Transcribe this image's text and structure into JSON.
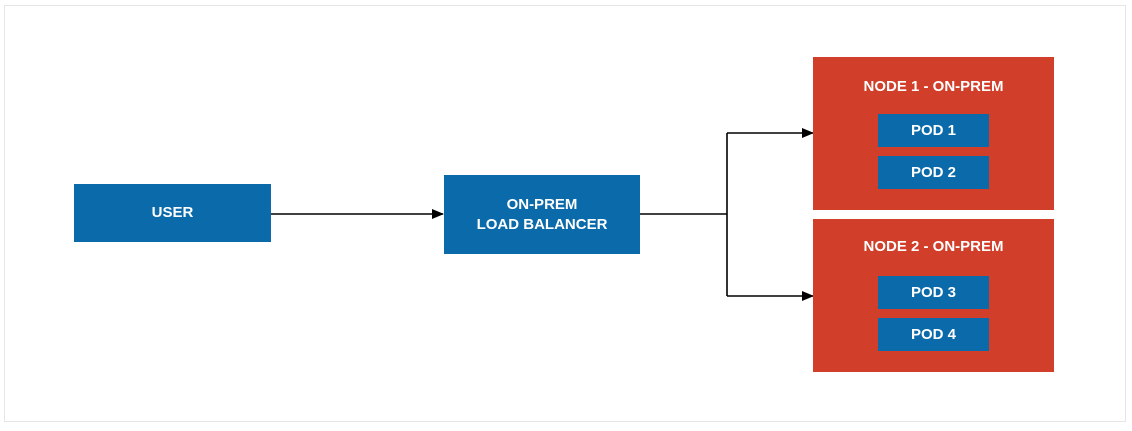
{
  "diagram": {
    "user": {
      "label": "USER"
    },
    "load_balancer": {
      "line1": "ON-PREM",
      "line2": "LOAD BALANCER"
    },
    "nodes": [
      {
        "title": "NODE 1 - ON-PREM",
        "pods": [
          "POD 1",
          "POD 2"
        ]
      },
      {
        "title": "NODE 2 - ON-PREM",
        "pods": [
          "POD 3",
          "POD 4"
        ]
      }
    ],
    "colors": {
      "box_blue": "#0b6aa9",
      "node_red": "#d13f2a",
      "connector": "#000000"
    }
  }
}
